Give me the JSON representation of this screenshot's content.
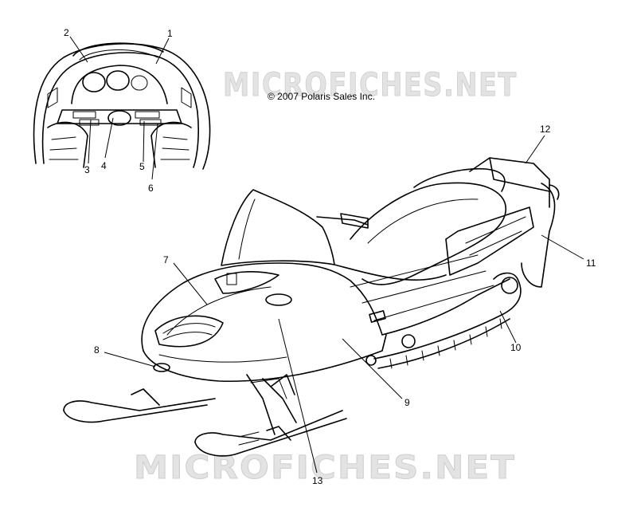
{
  "copyright": "© 2007 Polaris Sales Inc.",
  "watermarks": [
    "MICROFICHES.NET",
    "MICROFICHES.NET"
  ],
  "callouts": [
    "1",
    "2",
    "3",
    "4",
    "5",
    "6",
    "7",
    "8",
    "9",
    "10",
    "11",
    "12",
    "13"
  ]
}
